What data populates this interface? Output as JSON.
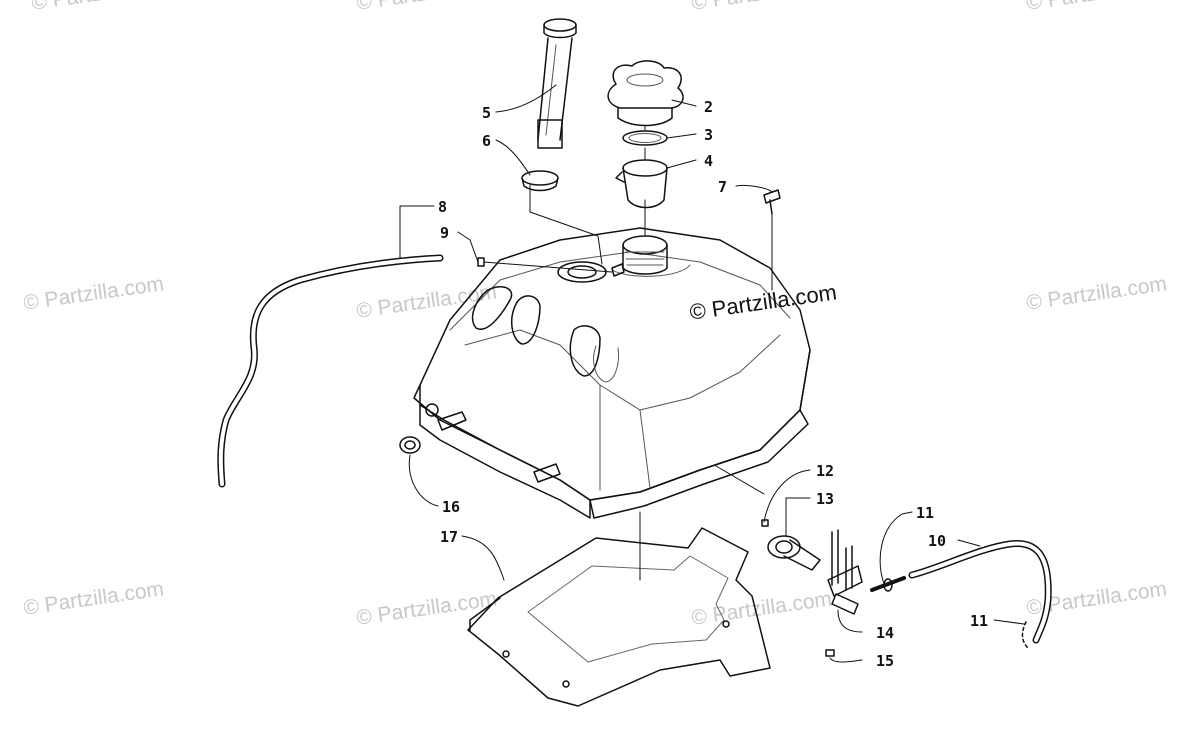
{
  "watermarks": {
    "main": "© Partzilla.com",
    "repeat": "© Partzilla.com"
  },
  "callouts": [
    {
      "id": "c1",
      "label": "2"
    },
    {
      "id": "c2",
      "label": "3"
    },
    {
      "id": "c3",
      "label": "4"
    },
    {
      "id": "c4",
      "label": "5"
    },
    {
      "id": "c5",
      "label": "6"
    },
    {
      "id": "c6",
      "label": "7"
    },
    {
      "id": "c7",
      "label": "8"
    },
    {
      "id": "c8",
      "label": "9"
    },
    {
      "id": "c9",
      "label": "12"
    },
    {
      "id": "c10",
      "label": "13"
    },
    {
      "id": "c11",
      "label": "11"
    },
    {
      "id": "c12",
      "label": "10"
    },
    {
      "id": "c13",
      "label": "16"
    },
    {
      "id": "c14",
      "label": "17"
    },
    {
      "id": "c15",
      "label": "11"
    },
    {
      "id": "c16",
      "label": "14"
    },
    {
      "id": "c17",
      "label": "15"
    }
  ]
}
